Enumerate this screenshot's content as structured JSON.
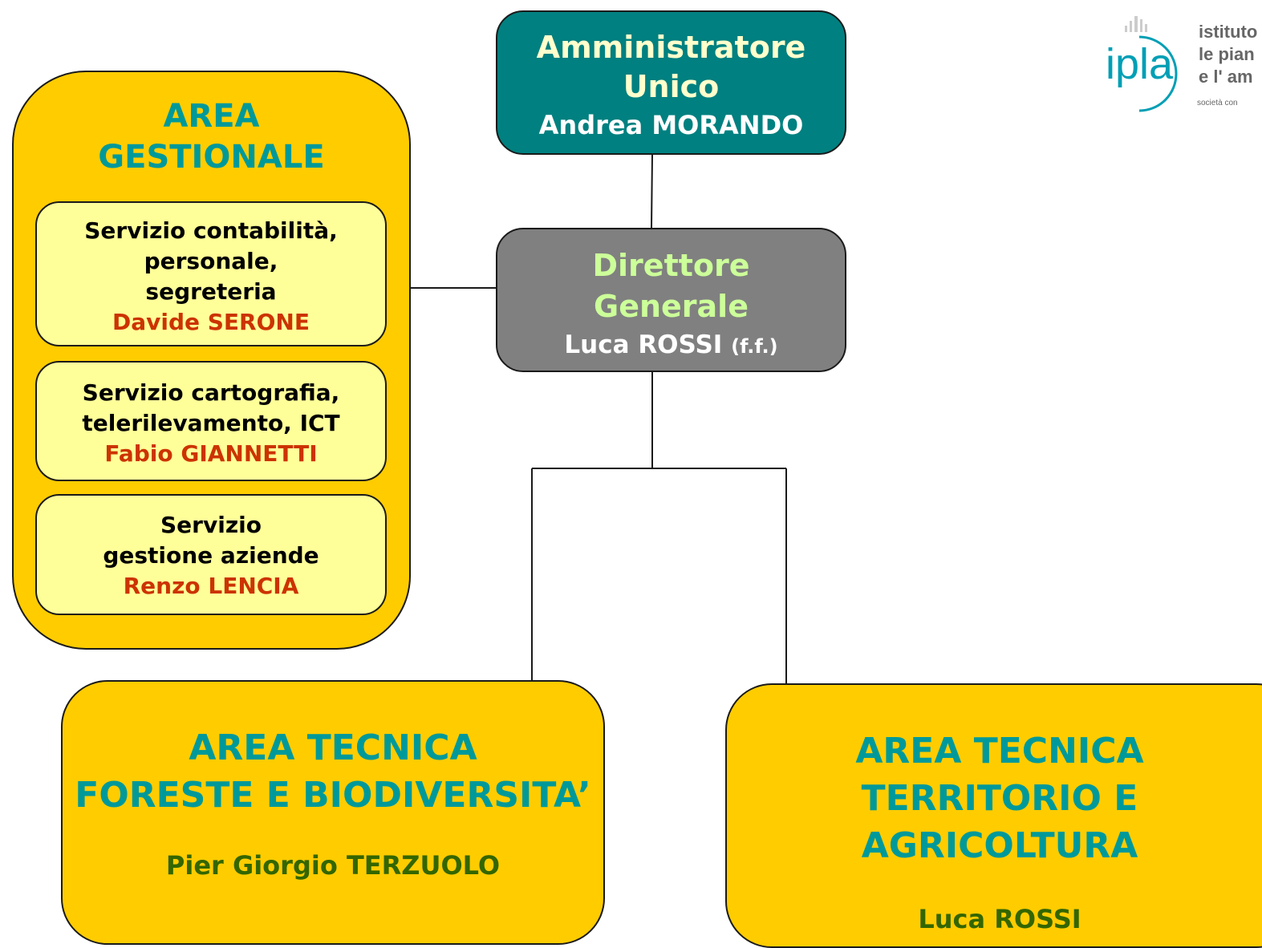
{
  "admin": {
    "title_line1": "Amministratore",
    "title_line2": "Unico",
    "name": "Andrea MORANDO"
  },
  "director": {
    "title_line1": "Direttore",
    "title_line2": "Generale",
    "name": "Luca ROSSI",
    "name_note": "(f.f.)"
  },
  "area_gestionale": {
    "title_line1": "AREA",
    "title_line2": "GESTIONALE",
    "services": [
      {
        "lines": [
          "Servizio contabilità,",
          "personale,",
          "segreteria"
        ],
        "head": "Davide SERONE"
      },
      {
        "lines": [
          "Servizio cartografia,",
          "telerilevamento, ICT"
        ],
        "head": "Fabio GIANNETTI"
      },
      {
        "lines": [
          "Servizio",
          "gestione aziende"
        ],
        "head": "Renzo LENCIA"
      }
    ]
  },
  "area_tecnica_foreste": {
    "title_line1": "AREA TECNICA",
    "title_line2": "FORESTE  E BIODIVERSITA’",
    "head": "Pier Giorgio TERZUOLO"
  },
  "area_tecnica_territorio": {
    "title_line1": "AREA TECNICA",
    "title_line2": "TERRITORIO E AGRICOLTURA",
    "head": "Luca ROSSI"
  },
  "logo": {
    "mark": "ipla",
    "text_lines": [
      "istituto",
      "le pian",
      "e  l' am"
    ],
    "subtext": "società con"
  },
  "colors": {
    "admin_box": "#008080",
    "director_box": "#808080",
    "area_box": "#ffcc00",
    "service_box": "#ffff99",
    "area_title": "#009999",
    "service_head": "#cc3300",
    "tech_head": "#336600",
    "logo": "#009fb5"
  }
}
